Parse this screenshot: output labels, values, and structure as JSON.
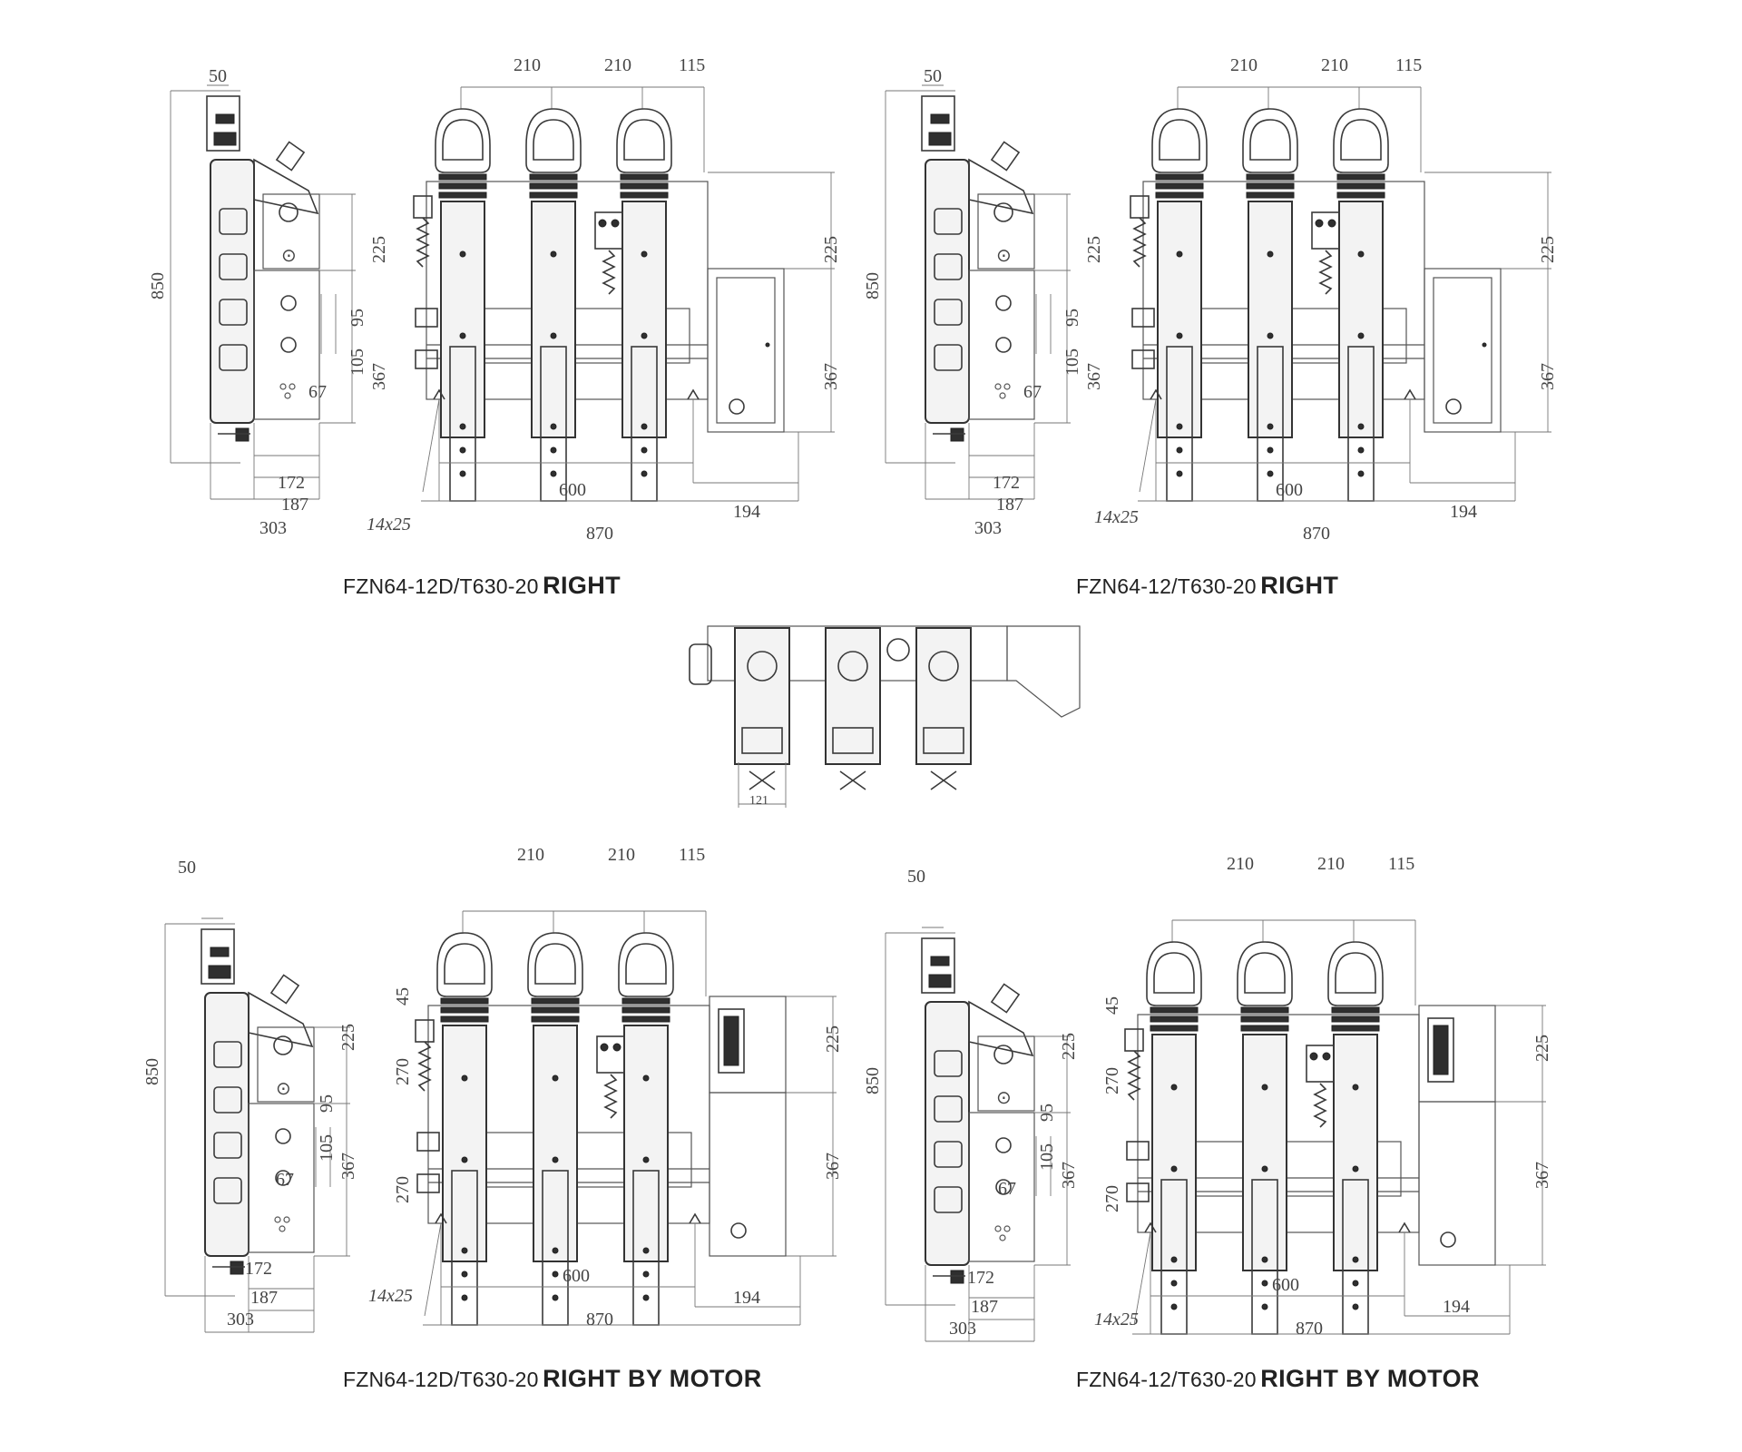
{
  "dimensions": {
    "d50": "50",
    "d210": "210",
    "d115": "115",
    "d850": "850",
    "d225": "225",
    "d367": "367",
    "d95": "95",
    "d105": "105",
    "d67": "67",
    "d172": "172",
    "d187": "187",
    "d303": "303",
    "d600": "600",
    "d194": "194",
    "d870": "870",
    "d14x25": "14x25",
    "d45": "45",
    "d270": "270",
    "d121": "121"
  },
  "captions": {
    "top_left": {
      "model": "FZN64-12D/T630-20",
      "suffix": "RIGHT"
    },
    "top_right": {
      "model": "FZN64-12/T630-20",
      "suffix": "RIGHT"
    },
    "bottom_left": {
      "model": "FZN64-12D/T630-20",
      "suffix": "RIGHT BY MOTOR"
    },
    "bottom_right": {
      "model": "FZN64-12/T630-20",
      "suffix": "RIGHT BY MOTOR"
    }
  }
}
